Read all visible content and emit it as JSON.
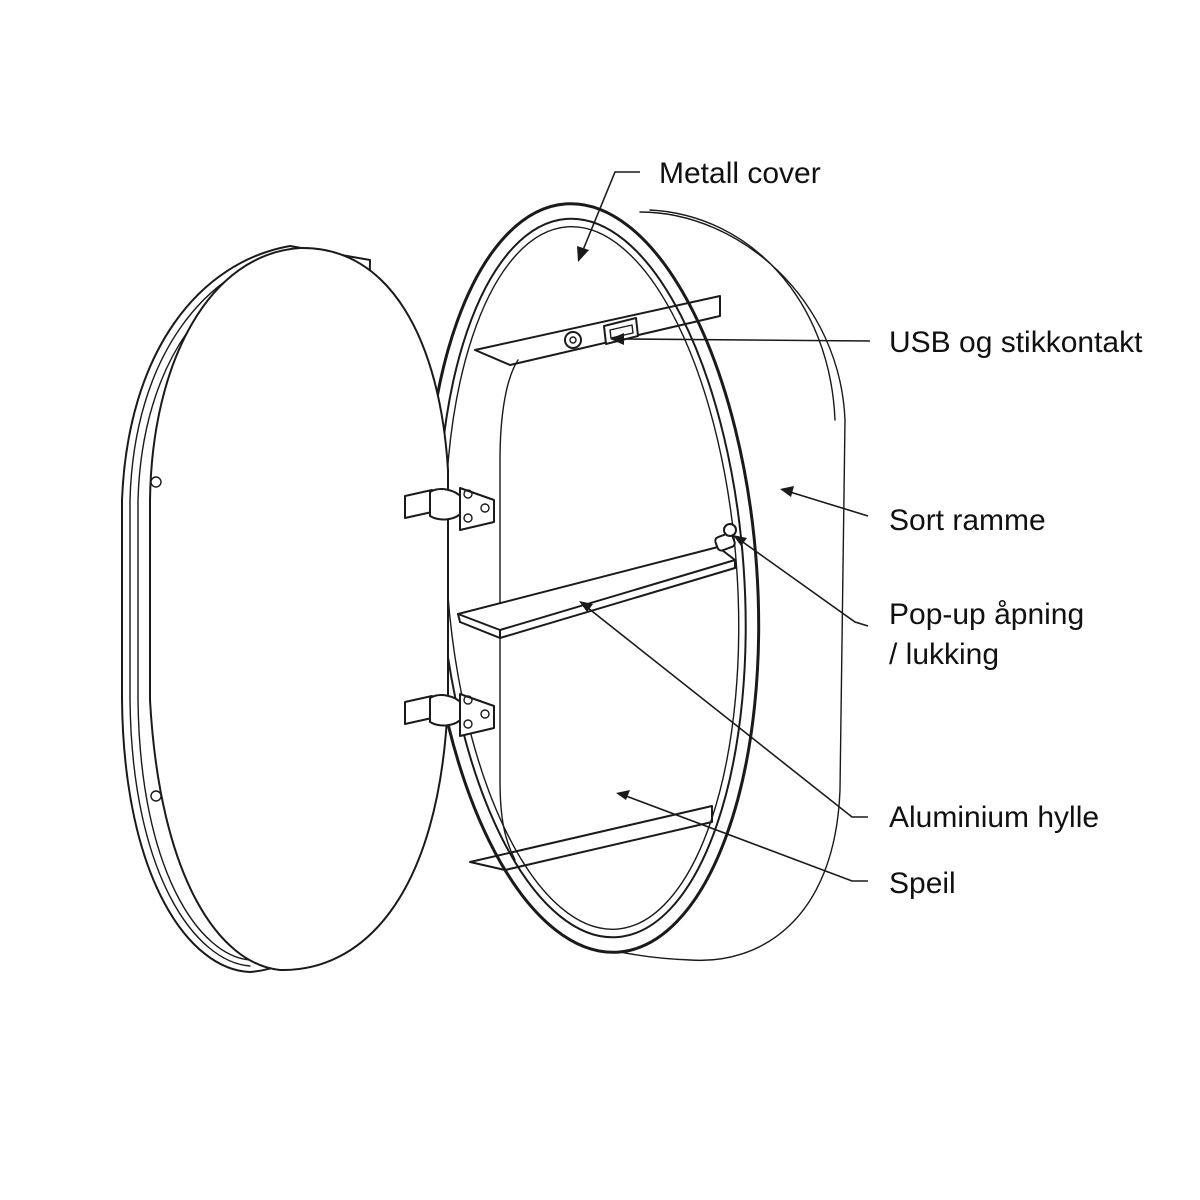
{
  "labels": {
    "metal_cover": "Metall cover",
    "usb_socket": "USB og stikkontakt",
    "black_frame": "Sort ramme",
    "popup_line1": "Pop-up åpning",
    "popup_line2": "/ lukking",
    "aluminium_shelf": "Aluminium hylle",
    "mirror": "Speil"
  },
  "colors": {
    "line": "#1a1a1a",
    "background": "#ffffff",
    "text": "#111111"
  }
}
